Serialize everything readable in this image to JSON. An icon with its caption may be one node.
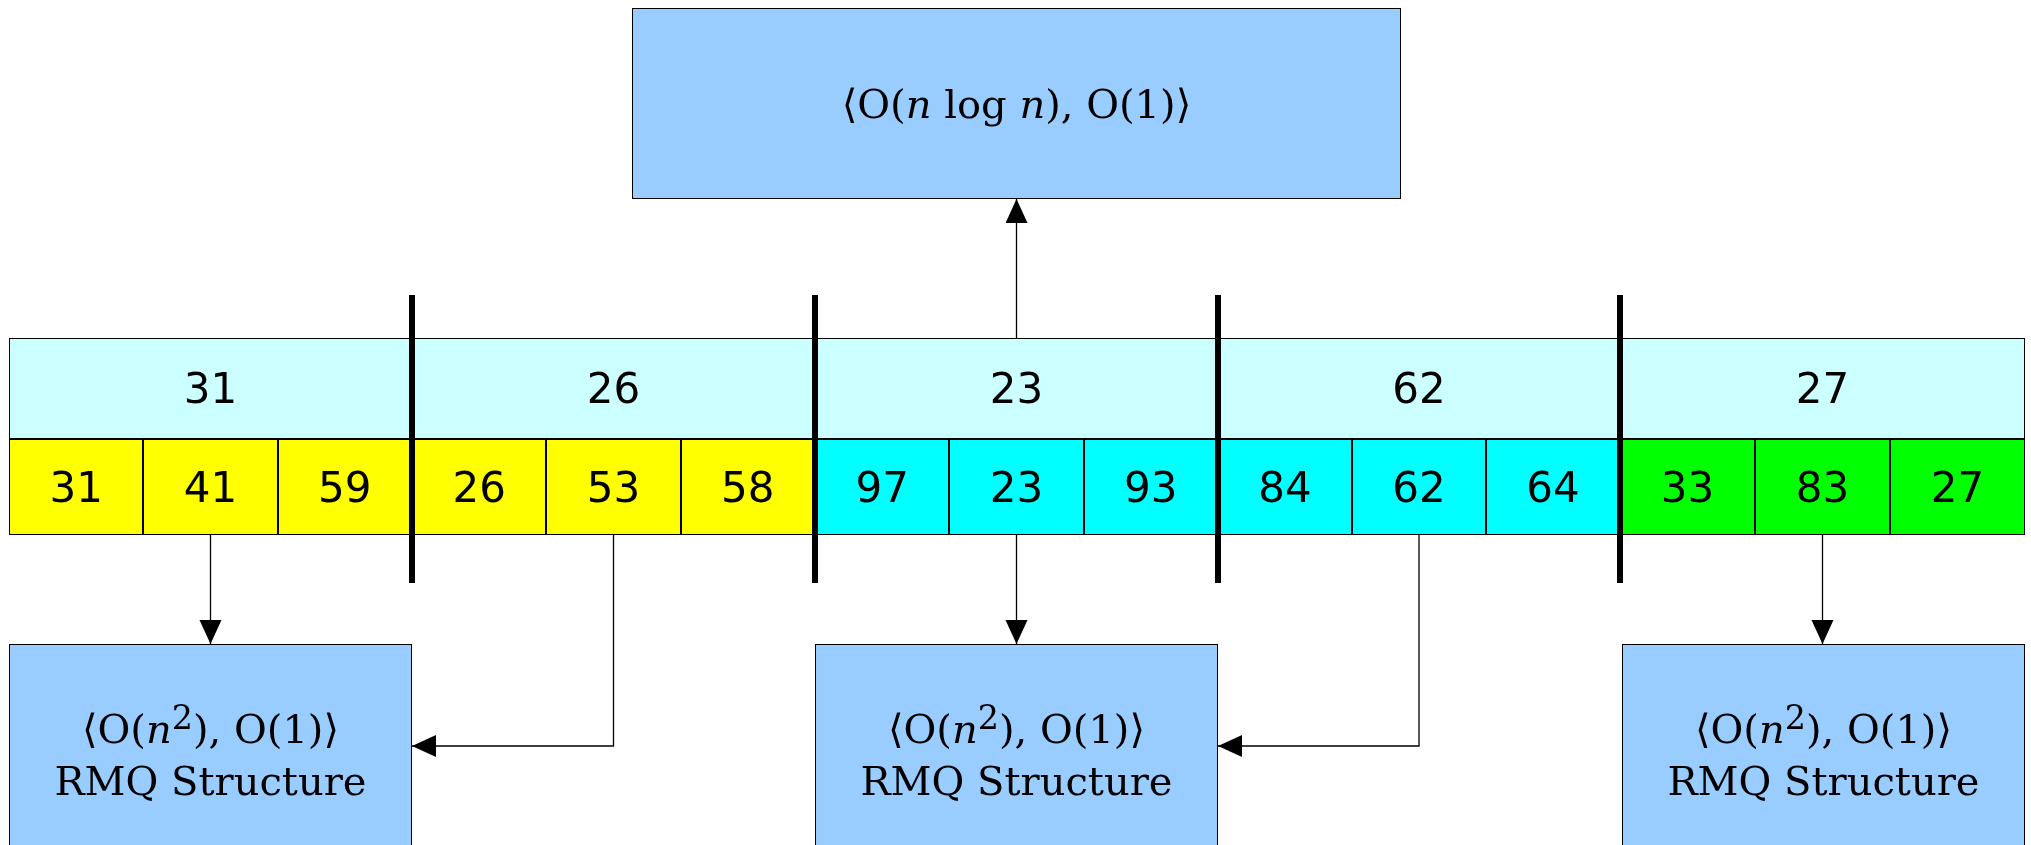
{
  "diagram": {
    "nodes": [
      {
        "text": [
          "⟨O(*n* log *n*), O(1)⟩"
        ]
      },
      {
        "text": [
          "31"
        ]
      },
      {
        "text": [
          "26"
        ]
      },
      {
        "text": [
          "23"
        ]
      },
      {
        "text": [
          "62"
        ]
      },
      {
        "text": [
          "27"
        ]
      },
      {
        "text": [
          "31"
        ]
      },
      {
        "text": [
          "41"
        ]
      },
      {
        "text": [
          "59"
        ]
      },
      {
        "text": [
          "26"
        ]
      },
      {
        "text": [
          "53"
        ]
      },
      {
        "text": [
          "58"
        ]
      },
      {
        "text": [
          "97"
        ]
      },
      {
        "text": [
          "23"
        ]
      },
      {
        "text": [
          "93"
        ]
      },
      {
        "text": [
          "84"
        ]
      },
      {
        "text": [
          "62"
        ]
      },
      {
        "text": [
          "64"
        ]
      },
      {
        "text": [
          "33"
        ]
      },
      {
        "text": [
          "83"
        ]
      },
      {
        "text": [
          "27"
        ]
      },
      {
        "text": [
          "⟨O(*n*$^{2}$), O(1)⟩",
          "RMQ Structure"
        ]
      },
      {
        "text": [
          "⟨O(*n*$^{2}$), O(1)⟩",
          "RMQ Structure"
        ]
      },
      {
        "text": [
          "⟨O(*n*$^{2}$), O(1)⟩",
          "RMQ Structure"
        ]
      }
    ],
    "edges": [
      {
        "from": 3,
        "to": 0,
        "arrow": "to"
      },
      {
        "from": 7,
        "to": 21,
        "arrow": "to"
      },
      {
        "from": 10,
        "to": 21,
        "arrow": "to"
      },
      {
        "from": 13,
        "to": 22,
        "arrow": "to"
      },
      {
        "from": 16,
        "to": 22,
        "arrow": "to"
      },
      {
        "from": 19,
        "to": 23,
        "arrow": "to"
      }
    ]
  }
}
